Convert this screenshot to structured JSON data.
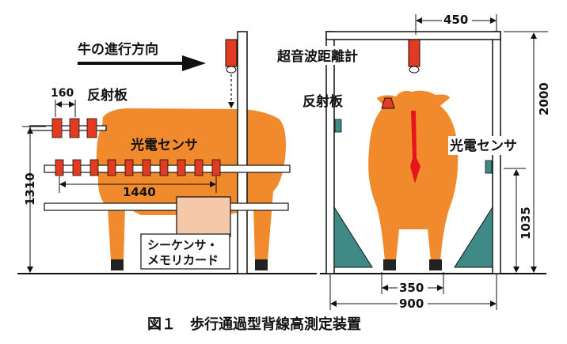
{
  "labels": {
    "direction": "牛の進行方向",
    "reflector_left": "反射板",
    "photo_sensor_left": "光電センサ",
    "sequencer_line1": "シーケンサ・",
    "sequencer_line2": "メモリカード",
    "ultrasonic": "超音波距離計",
    "reflector_right": "反射板",
    "photo_sensor_right": "光電センサ"
  },
  "dimensions": {
    "d160": "160",
    "d1440": "1440",
    "d1310": "1310",
    "d450": "450",
    "d2000": "2000",
    "d1035": "1035",
    "d350": "350",
    "d900": "900"
  },
  "caption": "図１　歩行通過型背線高測定装置",
  "colors": {
    "cow": "#f08a2c",
    "sensor": "#e23b22",
    "teal": "#3f8a87",
    "sequencer": "#f4c8a8",
    "spine": "#e8141c"
  }
}
